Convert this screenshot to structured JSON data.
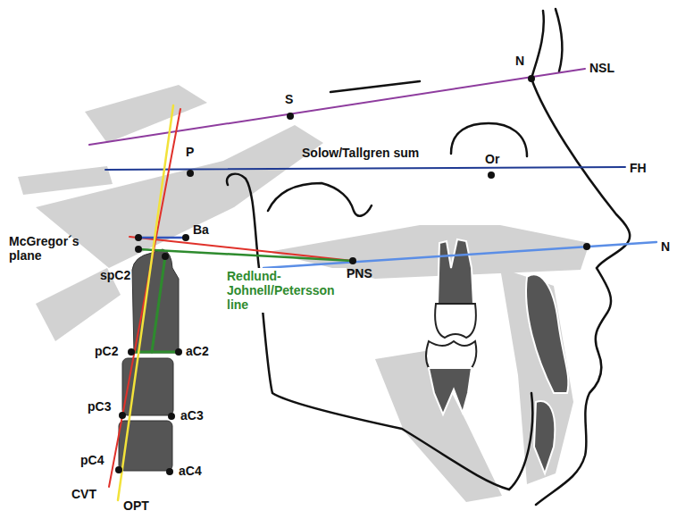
{
  "diagram": {
    "labels": [
      "N",
      "NSL",
      "S",
      "Solow/Tallgren sum",
      "P",
      "Or",
      "FH",
      "Ba",
      "McGregor´s plane",
      "PNS",
      "N",
      "Redlund-Johnell/Petersson line",
      "spC2",
      "pC2",
      "aC2",
      "pC3",
      "aC3",
      "pC4",
      "aC4",
      "CVT",
      "OPT"
    ]
  }
}
